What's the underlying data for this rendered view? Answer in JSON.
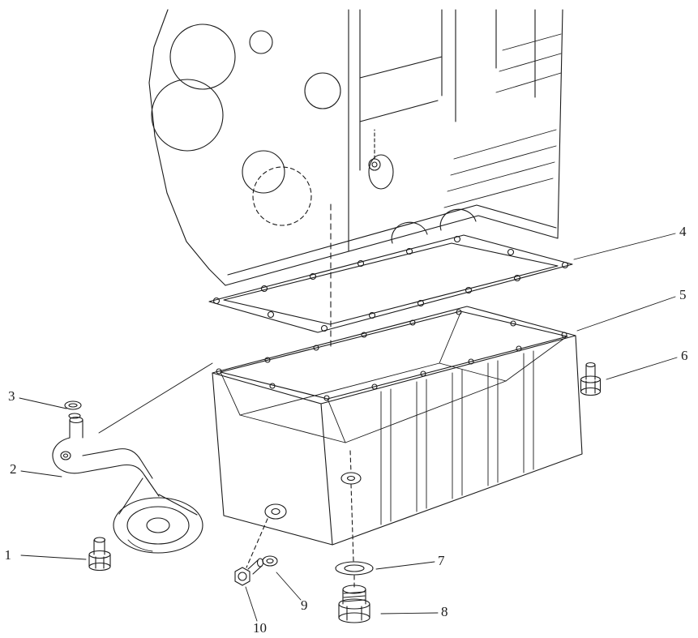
{
  "colors": {
    "ink": "#1a1a1a",
    "background": "#ffffff"
  },
  "diagram": {
    "type": "exploded-parts-line-drawing",
    "callouts": {
      "c1": "1",
      "c2": "2",
      "c3": "3",
      "c4": "4",
      "c5": "5",
      "c6": "6",
      "c7": "7",
      "c8": "8",
      "c9": "9",
      "c10": "10"
    }
  }
}
